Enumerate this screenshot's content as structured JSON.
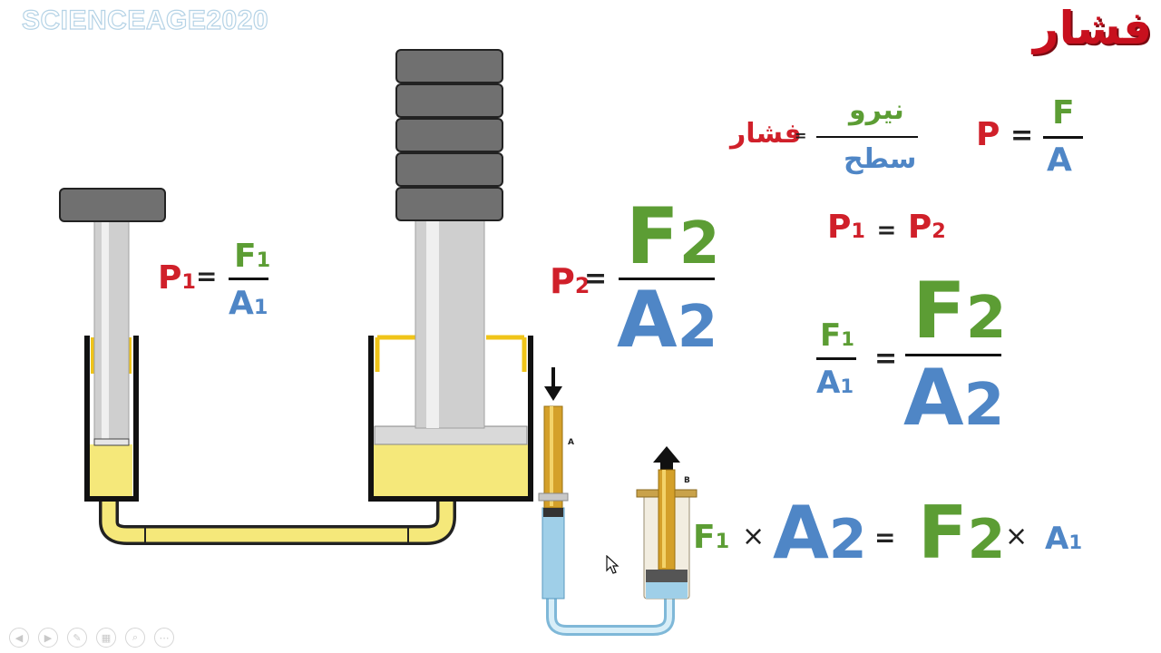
{
  "watermark": "SCIENCEAGE2020",
  "slide_title": "فشار",
  "definition": {
    "lhs": "فشار",
    "equals": "=",
    "numerator": "نیرو",
    "denominator": "سطح"
  },
  "formula_basic": {
    "p": "P",
    "equals": "=",
    "f": "F",
    "a": "A"
  },
  "equality": {
    "p1": "P",
    "p1_sub": "1",
    "equals": "=",
    "p2": "P",
    "p2_sub": "2"
  },
  "left_formula": {
    "p": "P",
    "p_sub": "1",
    "equals": "=",
    "f": "F",
    "f_sub": "1",
    "a": "A",
    "a_sub": "1"
  },
  "right_formula": {
    "p": "P",
    "p_sub": "2",
    "equals": "=",
    "f": "F",
    "f_sub": "2",
    "a": "A",
    "a_sub": "2"
  },
  "ratio_formula": {
    "f1": "F",
    "f1_sub": "1",
    "a1": "A",
    "a1_sub": "1",
    "equals": "=",
    "f2": "F",
    "f2_sub": "2",
    "a2": "A",
    "a2_sub": "2"
  },
  "cross_formula": {
    "f1": "F",
    "f1_sub": "1",
    "times1": "×",
    "a2": "A",
    "a2_sub": "2",
    "equals": "=",
    "f2": "F",
    "f2_sub": "2",
    "times2": "×",
    "a1": "A",
    "a1_sub": "1"
  },
  "syringe_labels": {
    "a": "A",
    "b": "B"
  },
  "colors": {
    "red": "#d0202a",
    "green": "#5c9d34",
    "blue": "#4f86c6",
    "fluid": "#f5e87a",
    "weight": "#707070"
  },
  "controls": [
    "previous-icon",
    "next-icon",
    "pen-icon",
    "slides-icon",
    "zoom-icon",
    "more-icon"
  ]
}
